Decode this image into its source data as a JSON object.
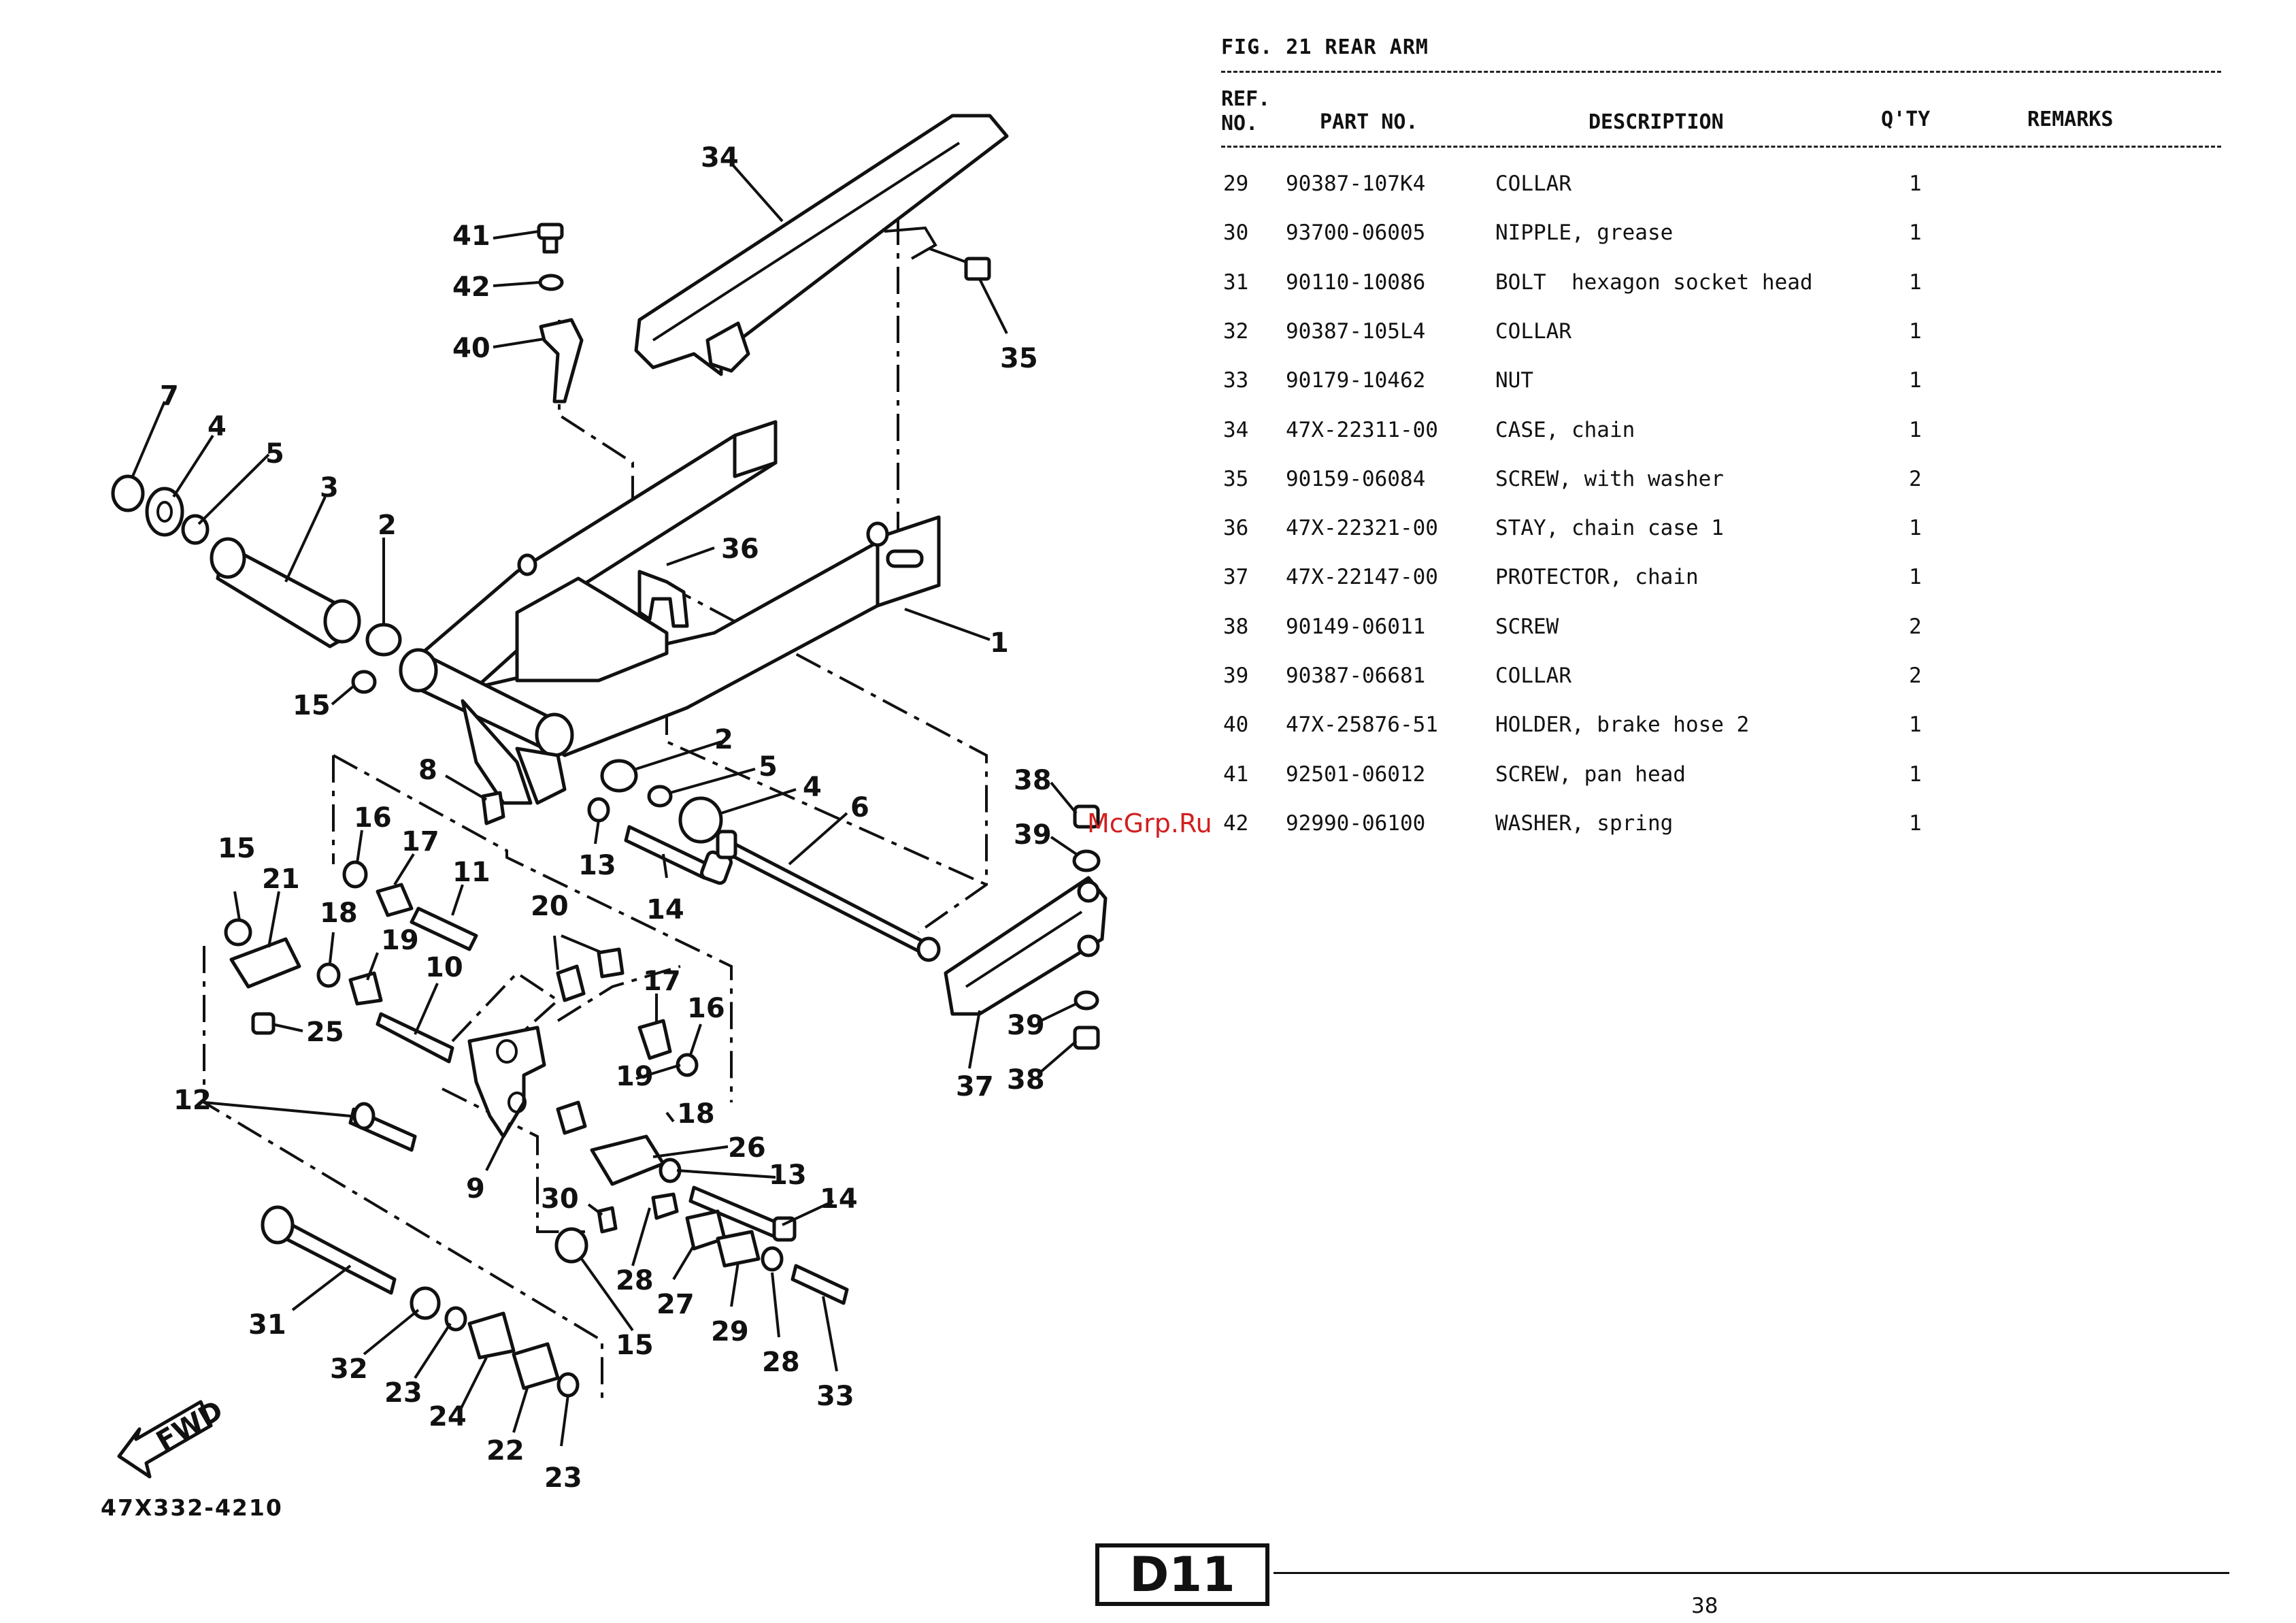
{
  "figure": {
    "title": "FIG. 21  REAR ARM"
  },
  "table": {
    "headers": {
      "ref_line1": "REF.",
      "ref_line2": "NO.",
      "part": "PART NO.",
      "description": "DESCRIPTION",
      "qty": "Q'TY",
      "remarks": "REMARKS"
    },
    "rows": [
      {
        "ref": "29",
        "part": "90387-107K4",
        "description": "COLLAR",
        "qty": "1",
        "remarks": ""
      },
      {
        "ref": "30",
        "part": "93700-06005",
        "description": "NIPPLE, grease",
        "qty": "1",
        "remarks": ""
      },
      {
        "ref": "31",
        "part": "90110-10086",
        "description": "BOLT  hexagon socket head",
        "qty": "1",
        "remarks": ""
      },
      {
        "ref": "32",
        "part": "90387-105L4",
        "description": "COLLAR",
        "qty": "1",
        "remarks": ""
      },
      {
        "ref": "33",
        "part": "90179-10462",
        "description": "NUT",
        "qty": "1",
        "remarks": ""
      },
      {
        "ref": "34",
        "part": "47X-22311-00",
        "description": "CASE, chain",
        "qty": "1",
        "remarks": ""
      },
      {
        "ref": "35",
        "part": "90159-06084",
        "description": "SCREW, with washer",
        "qty": "2",
        "remarks": ""
      },
      {
        "ref": "36",
        "part": "47X-22321-00",
        "description": "STAY, chain case 1",
        "qty": "1",
        "remarks": ""
      },
      {
        "ref": "37",
        "part": "47X-22147-00",
        "description": "PROTECTOR, chain",
        "qty": "1",
        "remarks": ""
      },
      {
        "ref": "38",
        "part": "90149-06011",
        "description": "SCREW",
        "qty": "2",
        "remarks": ""
      },
      {
        "ref": "39",
        "part": "90387-06681",
        "description": "COLLAR",
        "qty": "2",
        "remarks": ""
      },
      {
        "ref": "40",
        "part": "47X-25876-51",
        "description": "HOLDER, brake hose 2",
        "qty": "1",
        "remarks": ""
      },
      {
        "ref": "41",
        "part": "92501-06012",
        "description": "SCREW, pan head",
        "qty": "1",
        "remarks": ""
      },
      {
        "ref": "42",
        "part": "92990-06100",
        "description": "WASHER, spring",
        "qty": "1",
        "remarks": ""
      }
    ]
  },
  "diagram": {
    "fwd_label": "FWD",
    "callouts": [
      "34",
      "41",
      "42",
      "40",
      "35",
      "7",
      "4",
      "5",
      "3",
      "2",
      "36",
      "1",
      "15",
      "2",
      "5",
      "4",
      "6",
      "8",
      "38",
      "39",
      "16",
      "17",
      "11",
      "13",
      "14",
      "15",
      "21",
      "18",
      "19",
      "20",
      "10",
      "17",
      "16",
      "25",
      "19",
      "18",
      "12",
      "9",
      "26",
      "13",
      "14",
      "30",
      "28",
      "27",
      "29",
      "28",
      "33",
      "15",
      "31",
      "32",
      "23",
      "24",
      "22",
      "23",
      "39",
      "38",
      "37"
    ]
  },
  "watermark": "McGrp.Ru",
  "drawing_code": "47X332-4210",
  "section": "D11",
  "page_number": "38"
}
